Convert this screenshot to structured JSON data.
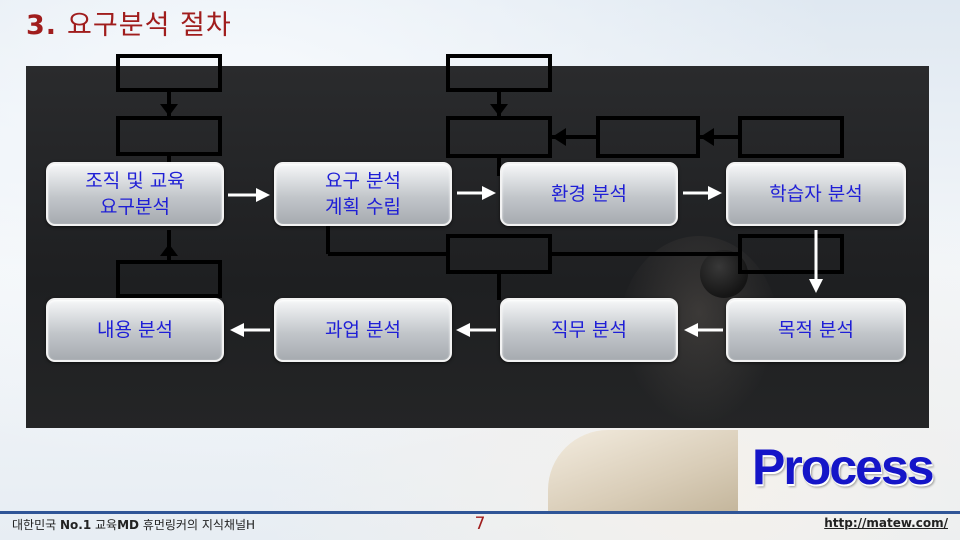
{
  "slide": {
    "title_number": "3.",
    "title_text": "요구분석 절차",
    "watermark": "Process"
  },
  "diagram": {
    "nodes": [
      {
        "id": "org",
        "label": "조직 및 교육\n요구분석"
      },
      {
        "id": "plan",
        "label": "요구 분석\n계획 수립"
      },
      {
        "id": "env",
        "label": "환경 분석"
      },
      {
        "id": "learner",
        "label": "학습자 분석"
      },
      {
        "id": "goal",
        "label": "목적 분석"
      },
      {
        "id": "job",
        "label": "직무 분석"
      },
      {
        "id": "task",
        "label": "과업 분석"
      },
      {
        "id": "content",
        "label": "내용 분석"
      }
    ],
    "edges": [
      {
        "from": "org",
        "to": "plan"
      },
      {
        "from": "plan",
        "to": "env"
      },
      {
        "from": "env",
        "to": "learner"
      },
      {
        "from": "learner",
        "to": "goal"
      },
      {
        "from": "goal",
        "to": "job"
      },
      {
        "from": "job",
        "to": "task"
      },
      {
        "from": "task",
        "to": "content"
      }
    ]
  },
  "footer": {
    "left_prefix": "대한민국 ",
    "left_bold": "No.1",
    "left_mid": " 교육",
    "left_bold2": "MD",
    "left_suffix": " 휴먼링커의 지식채널H",
    "page_number": "7",
    "url": "http://matew.com/"
  }
}
